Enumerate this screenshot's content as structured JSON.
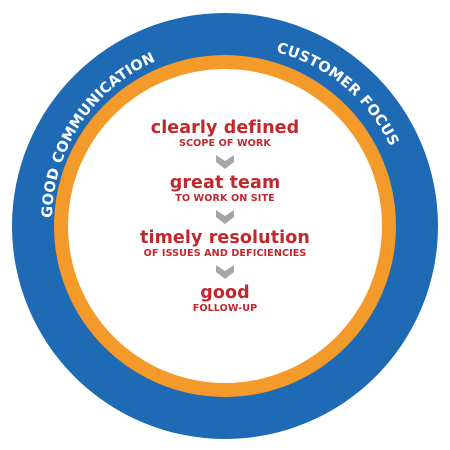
{
  "diagram": {
    "outer_ring_labels": {
      "left": "GOOD COMMUNICATION",
      "right": "CUSTOMER FOCUS"
    },
    "steps": [
      {
        "title": "clearly defined",
        "subtitle": "SCOPE OF WORK"
      },
      {
        "title": "great team",
        "subtitle": "TO WORK ON SITE"
      },
      {
        "title": "timely resolution",
        "subtitle": "OF ISSUES AND DEFICIENCIES"
      },
      {
        "title": "good",
        "subtitle": "FOLLOW-UP"
      }
    ],
    "colors": {
      "outer_ring": "#1f6ab5",
      "middle_ring": "#f39a2a",
      "inner_fill": "#ffffff",
      "text": "#c1272d",
      "chevron": "#a6a6a6",
      "ring_text": "#ffffff"
    }
  }
}
